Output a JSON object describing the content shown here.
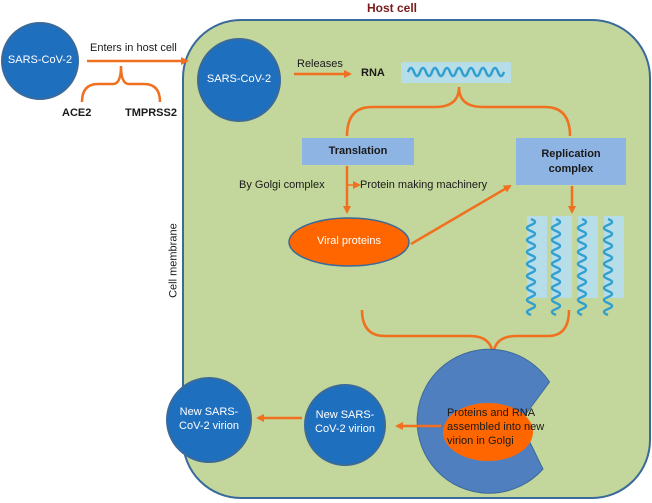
{
  "title": "Host cell",
  "membrane_label": "Cell membrane",
  "virus_outside": "SARS-CoV-2",
  "enters_label": "Enters in host cell",
  "ace2": "ACE2",
  "tmprss2": "TMPRSS2",
  "virus_inside": "SARS-CoV-2",
  "releases": "Releases",
  "rna": "RNA",
  "translation": "Translation",
  "replication_l1": "Replication",
  "replication_l2": "complex",
  "golgi_complex": "By Golgi complex",
  "protein_machinery": "Protein making machinery",
  "viral_proteins": "Viral proteins",
  "assembly_l1": "Proteins and RNA",
  "assembly_l2": "assembled into new",
  "assembly_l3": "virion in Golgi",
  "new_virion_inside_l1": "New SARS-",
  "new_virion_inside_l2": "CoV-2 virion",
  "new_virion_outside_l1": "New SARS-",
  "new_virion_outside_l2": "CoV-2 virion",
  "colors": {
    "cell_fill": "#c3d69b",
    "cell_border": "#3a6a9a",
    "virus_fill": "#1f6fbf",
    "arrow": "#f07020",
    "box_fill": "#8eb4e3",
    "rna_fill": "#b7dde8",
    "rna_wave": "#31a0d0",
    "golgi_fill": "#4f7fbf",
    "protein_fill": "#ff6600",
    "title": "#7a1a1a"
  }
}
